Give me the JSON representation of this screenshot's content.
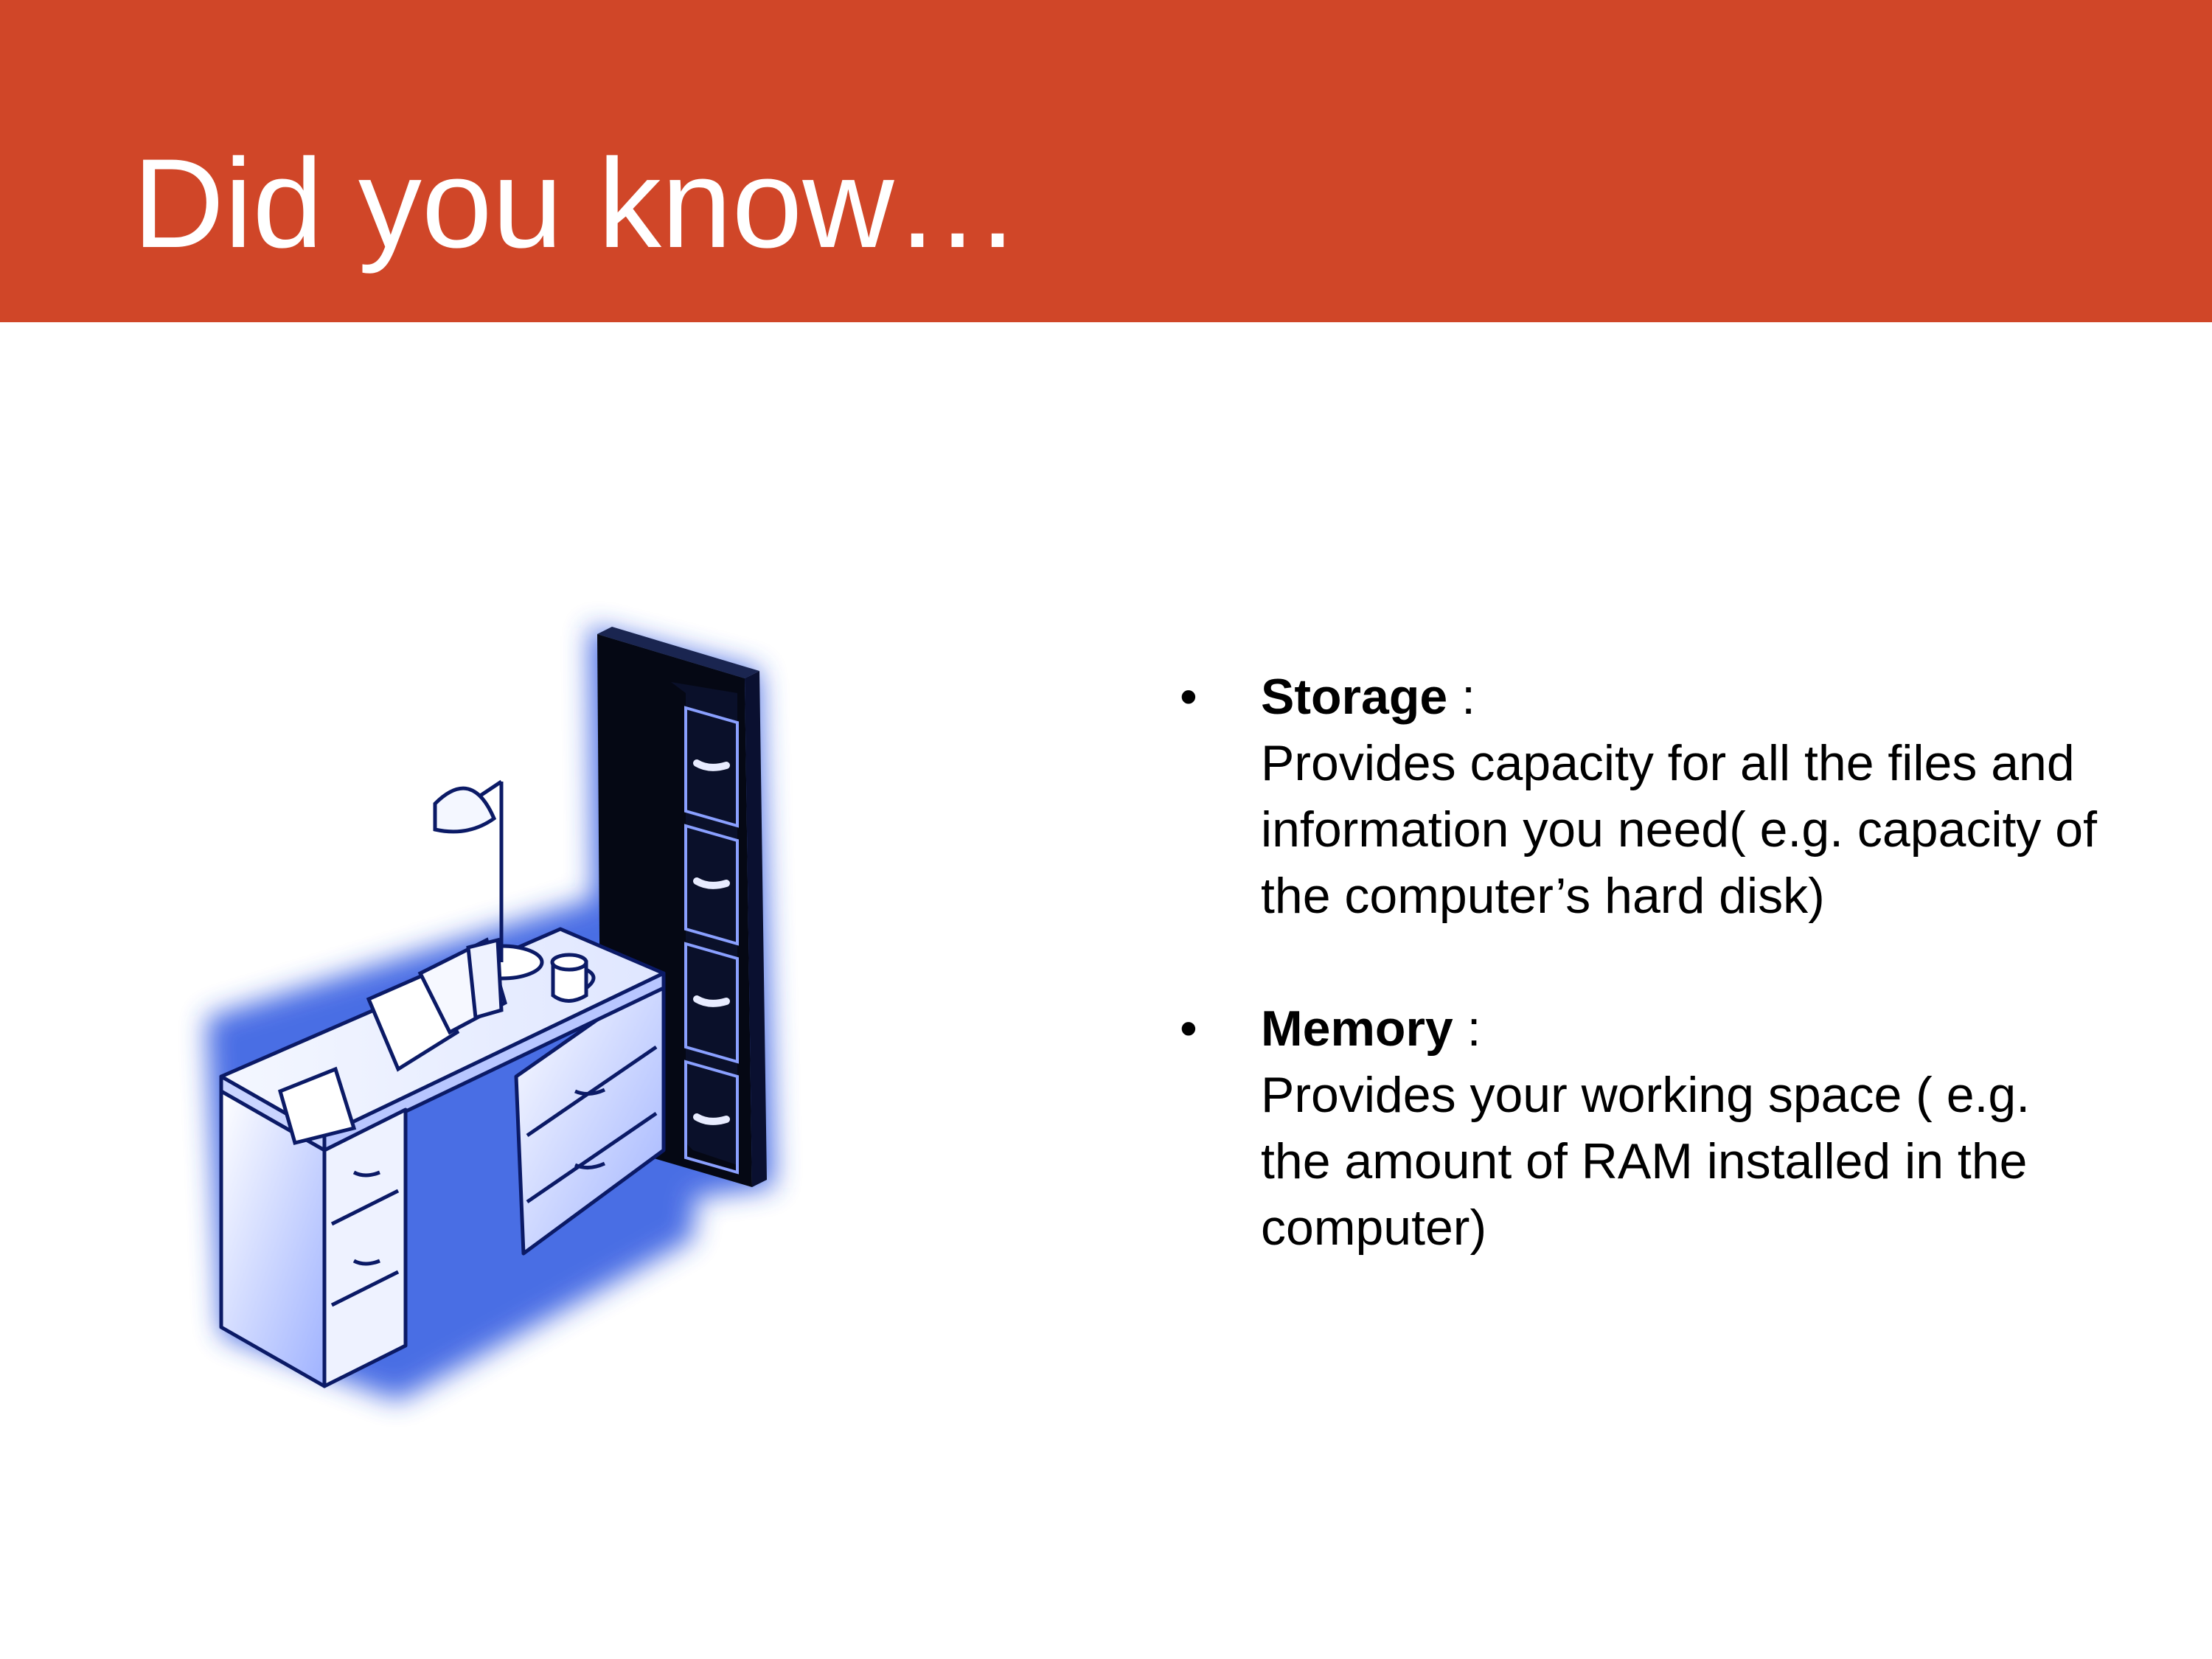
{
  "slide": {
    "title": "Did you know…"
  },
  "bullets": [
    {
      "marker": "•",
      "term": "Storage",
      "separator": " :",
      "description": "Provides capacity for all the files and information you need( e.g. capacity of the computer’s hard disk)"
    },
    {
      "marker": "•",
      "term": "Memory",
      "separator": " :",
      "description": "Provides your working space ( e.g. the amount of RAM installed in the computer)"
    }
  ],
  "colors": {
    "header": "#D04628",
    "title_text": "#FFFFFF",
    "body_text": "#000000",
    "illustration_glow": "#2B55E0",
    "cabinet": "#050814"
  },
  "illustration": {
    "icon": "office-desk-with-filing-cabinet-icon"
  }
}
